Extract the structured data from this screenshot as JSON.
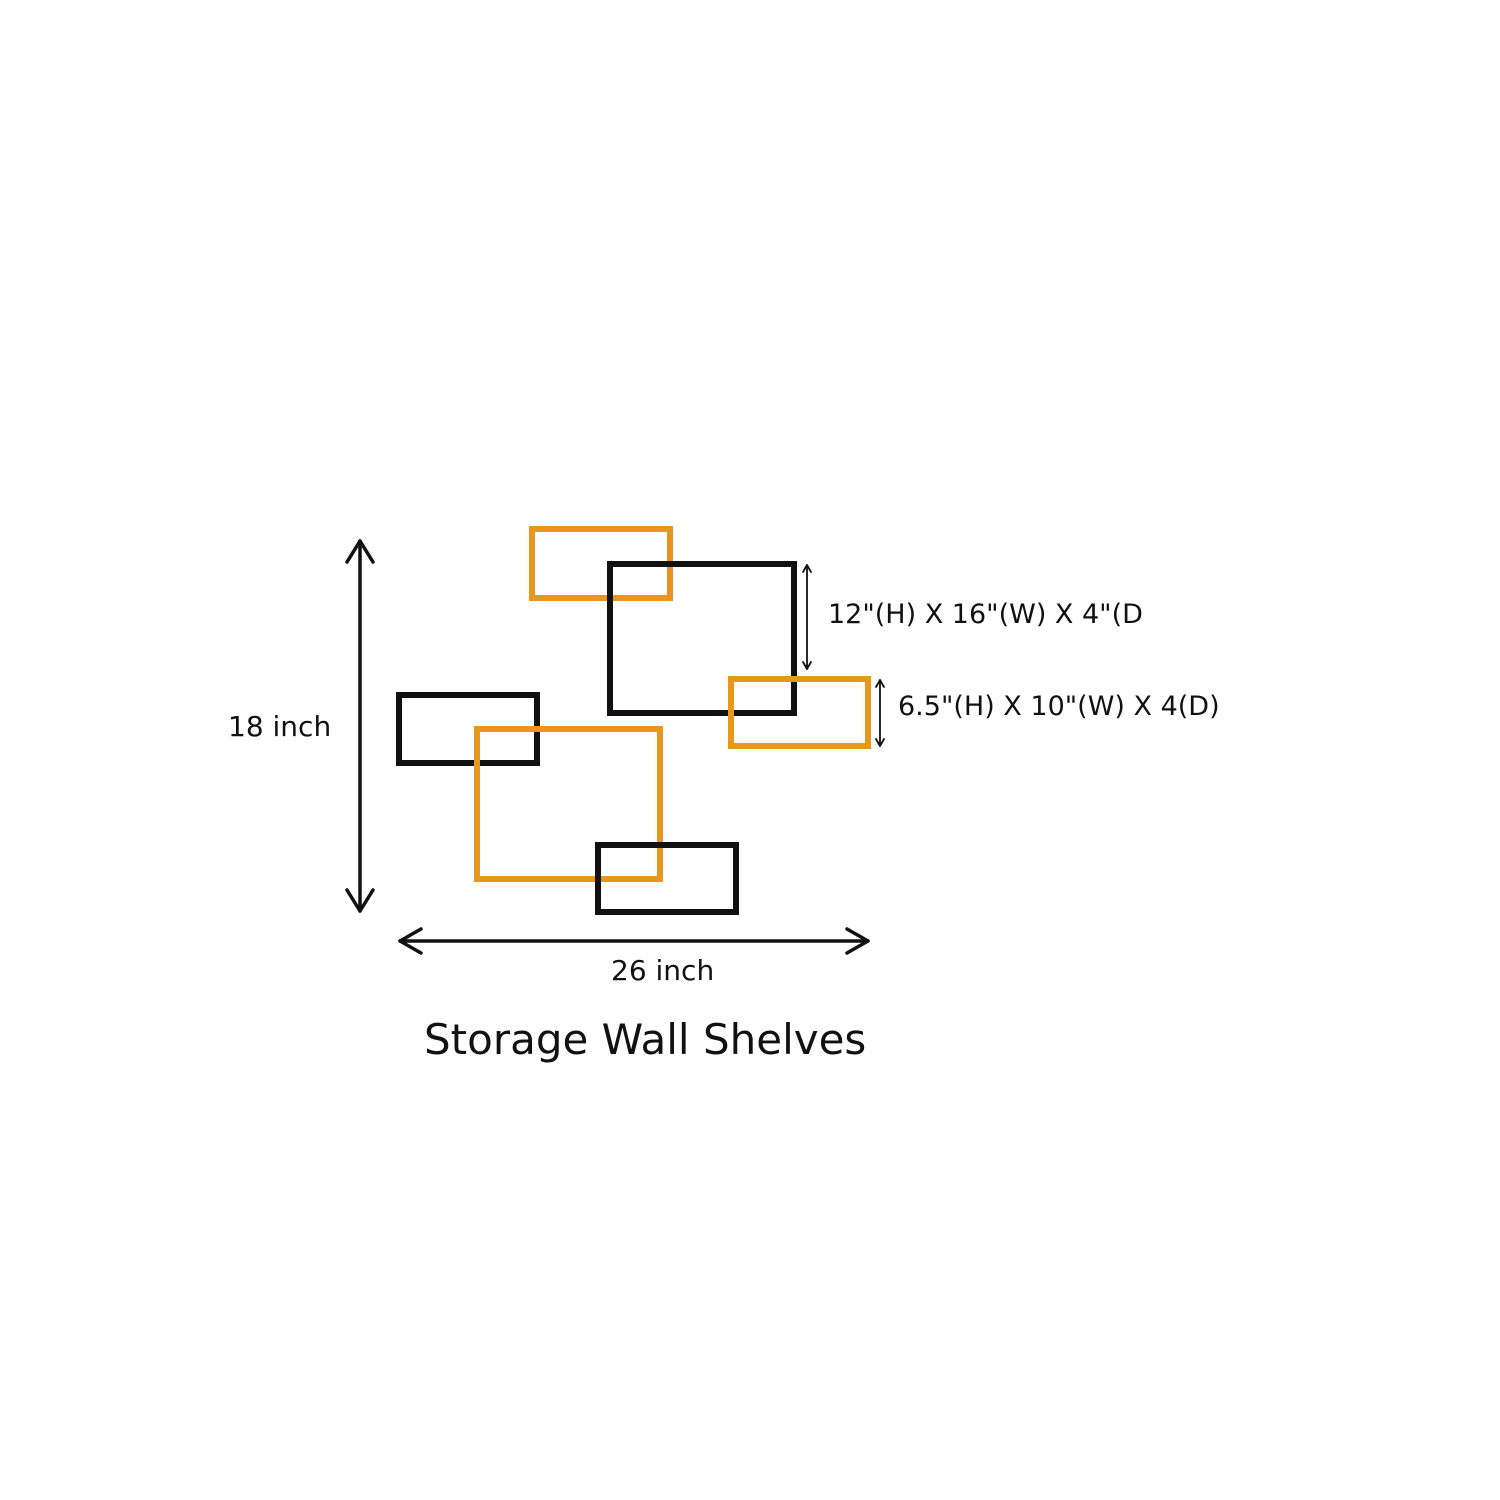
{
  "colors": {
    "black_shelf": "#111111",
    "orange_shelf": "#E8961E",
    "arrow": "#111111",
    "background": "#ffffff"
  },
  "labels": {
    "overall_height": "18 inch",
    "overall_width": "26 inch",
    "large_shelf_size": "12\"(H) X 16\"(W) X 4\"(D",
    "small_shelf_size": "6.5\"(H) X 10\"(W) X 4(D)",
    "title": "Storage Wall Shelves"
  }
}
